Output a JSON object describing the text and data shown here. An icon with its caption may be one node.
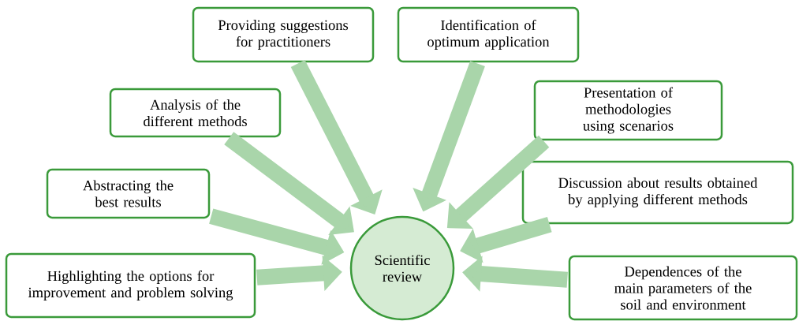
{
  "diagram": {
    "nodes": [
      {
        "text": [
          "Providing suggestions for practitioners"
        ]
      },
      {
        "text": [
          "Identification of optimum application"
        ]
      },
      {
        "text": [
          "Analysis of the different methods"
        ]
      },
      {
        "text": [
          "Presentation of methodologies using scenarios"
        ]
      },
      {
        "text": [
          "Abstracting the best results"
        ]
      },
      {
        "text": [
          "Discussion about results obtained by applying different methods"
        ]
      },
      {
        "text": [
          "Highlighting the options for improvement and problem solving"
        ]
      },
      {
        "text": [
          "Scientific review"
        ]
      },
      {
        "text": [
          "Dependences of the main parameters of the soil and environment"
        ]
      }
    ],
    "edges": [
      {
        "from": 0,
        "to": 7,
        "arrow": "to"
      },
      {
        "from": 1,
        "to": 7,
        "arrow": "to"
      },
      {
        "from": 2,
        "to": 7,
        "arrow": "to"
      },
      {
        "from": 3,
        "to": 7,
        "arrow": "to"
      },
      {
        "from": 4,
        "to": 7,
        "arrow": "to"
      },
      {
        "from": 5,
        "to": 7,
        "arrow": "to"
      },
      {
        "from": 6,
        "to": 7,
        "arrow": "to"
      },
      {
        "from": 8,
        "to": 7,
        "arrow": "to"
      }
    ]
  }
}
